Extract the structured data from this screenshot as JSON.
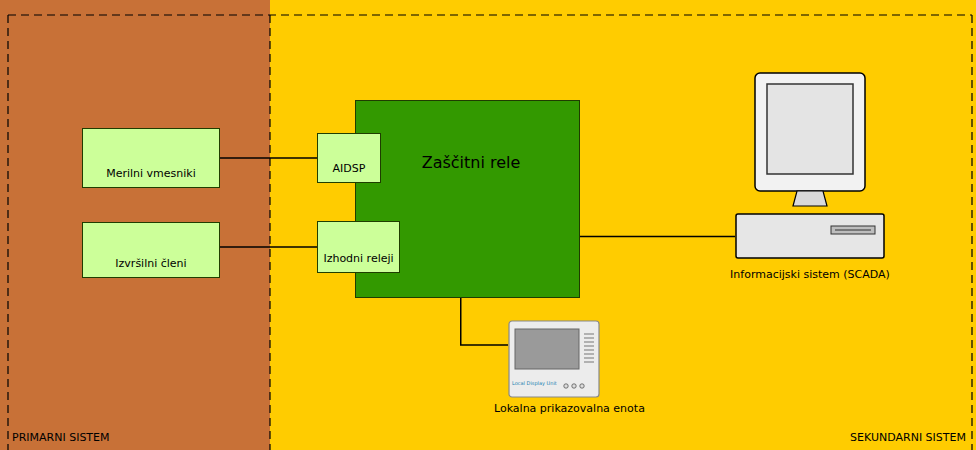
{
  "diagram": {
    "nodes": [
      {
        "text": [
          "PRIMARNI SISTEM"
        ]
      },
      {
        "text": [
          "Merilni vmesniki"
        ],
        "in": 0
      },
      {
        "text": [
          "Izvršilni členi"
        ],
        "in": 0
      },
      {
        "text": [
          "SEKUNDARNI SISTEM"
        ]
      },
      {
        "text": [
          "Zaščitni rele"
        ],
        "in": 3
      },
      {
        "text": [
          "AIDSP"
        ],
        "in": 4
      },
      {
        "text": [
          "Izhodni releji"
        ],
        "in": 4
      },
      {
        "text": [
          "Informacijski sistem (SCADA)"
        ],
        "in": 3
      },
      {
        "text": [
          "Local Display Unit",
          "Lokalna prikazovalna enota"
        ],
        "in": 3
      }
    ],
    "edges": [
      {
        "from": 1,
        "to": 5,
        "arrow": "none"
      },
      {
        "from": 2,
        "to": 6,
        "arrow": "none"
      },
      {
        "from": 4,
        "to": 7,
        "arrow": "none"
      },
      {
        "from": 4,
        "to": 8,
        "arrow": "none"
      }
    ]
  }
}
